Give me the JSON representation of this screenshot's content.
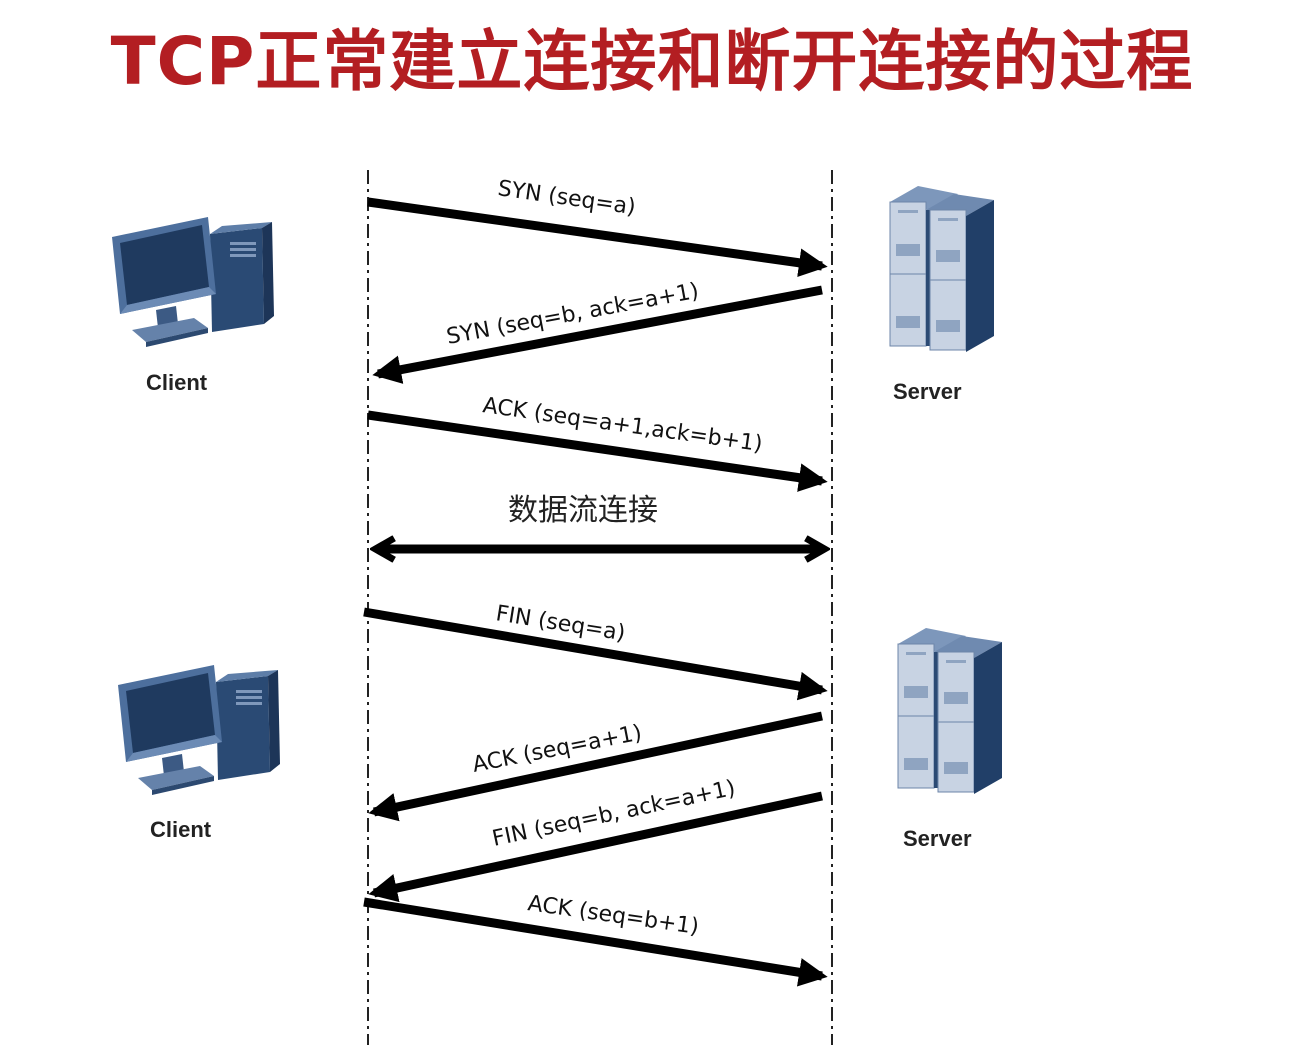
{
  "title": "TCP正常建立连接和断开连接的过程",
  "nodes": {
    "client_top": "Client",
    "server_top": "Server",
    "client_bottom": "Client",
    "server_bottom": "Server"
  },
  "messages": {
    "syn": "SYN (seq=a)",
    "syn_ack": "SYN (seq=b, ack=a+1)",
    "ack": "ACK (seq=a+1,ack=b+1)",
    "data": "数据流连接",
    "fin1": "FIN (seq=a)",
    "ack2": "ACK (seq=a+1)",
    "fin2": "FIN (seq=b, ack=a+1)",
    "ack3": "ACK (seq=b+1)"
  },
  "colors": {
    "title": "#b31e22",
    "arrow": "#000000",
    "device_blue": "#2e4f7a",
    "device_light": "#c9d5e6"
  },
  "icons": {
    "client": "desktop-computer-icon",
    "server": "server-rack-icon"
  }
}
